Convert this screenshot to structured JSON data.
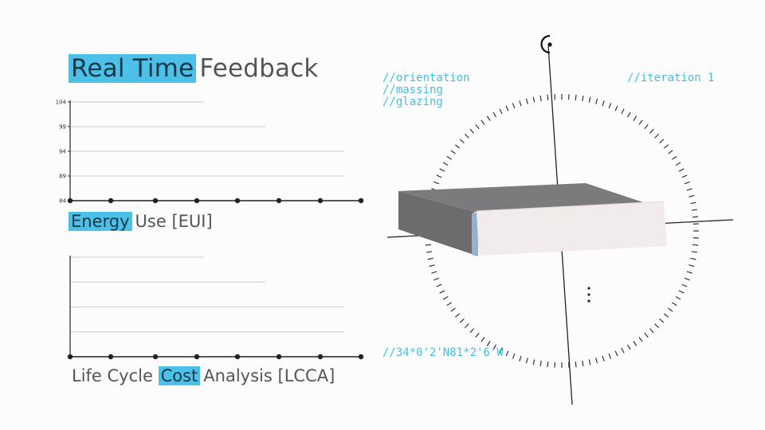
{
  "header": {
    "title_highlight": "Real Time",
    "title_rest": "Feedback"
  },
  "colors": {
    "accent": "#4cc0e6",
    "accent_text": "#45bfe0",
    "axis": "#222222",
    "grid": "#cccccc",
    "text": "#555555"
  },
  "chart_data": [
    {
      "type": "line",
      "ylabel_highlight": "Energy",
      "ylabel_rest": "Use [EUI]",
      "yticks": [
        "104",
        "99",
        "94",
        "89",
        "84"
      ],
      "ylim": [
        84,
        104
      ],
      "x_points": 8,
      "series": [],
      "grid": true
    },
    {
      "type": "line",
      "label_pre": "Life Cycle",
      "label_highlight": "Cost",
      "label_rest": "Analysis [LCCA]",
      "yticks": [],
      "x_points": 8,
      "series": [],
      "grid": true
    }
  ],
  "viewport": {
    "tags": [
      "//orientation",
      "//massing",
      "//glazing"
    ],
    "iteration": "//iteration 1",
    "coordinates": "//34*0'2'N81*2'6'W"
  }
}
